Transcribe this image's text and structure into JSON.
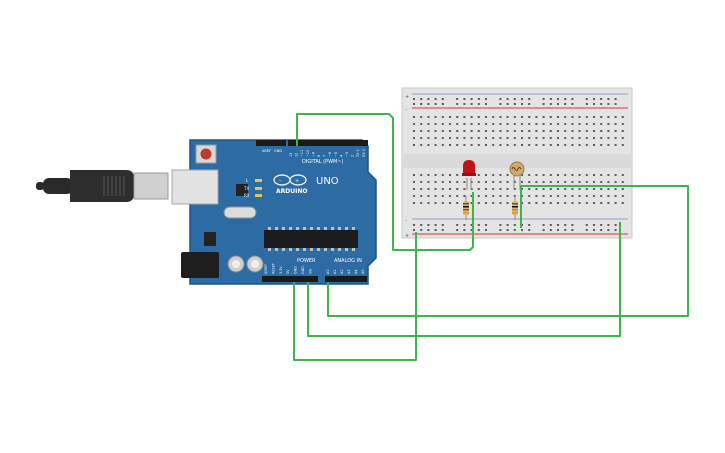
{
  "board": {
    "brand": "ARDUINO",
    "model": "UNO",
    "digital_label": "DIGITAL (PWM~)",
    "power_label": "POWER",
    "analog_label": "ANALOG IN",
    "aref": "AREF",
    "gnd": "GND",
    "led_l": "L",
    "led_tx": "TX",
    "led_rx": "RX",
    "digital_pins": [
      "13",
      "12",
      "~11",
      "~10",
      "~9",
      "8",
      "7",
      "~6",
      "~5",
      "4",
      "~3",
      "2",
      "TX 1",
      "RX 0"
    ],
    "power_pins": [
      "IOREF",
      "RESET",
      "3.3V",
      "5V",
      "GND",
      "GND",
      "Vin"
    ],
    "analog_pins": [
      "A0",
      "A1",
      "A2",
      "A3",
      "A4",
      "A5"
    ]
  },
  "breadboard": {
    "rail_plus": "+",
    "rail_minus": "-"
  },
  "colors": {
    "board": "#2c6ba3",
    "board_edge": "#1f5586",
    "wire": "#3fb34f",
    "breadboard": "#e4e4e4",
    "rail_red": "#d9342b",
    "led_red": "#c0141b",
    "usb_cable": "#2a2a2a"
  },
  "components": {
    "led": "led-red",
    "photoresistor": "photoresistor",
    "resistors": [
      "resistor",
      "resistor"
    ],
    "cable": "usb-cable"
  }
}
